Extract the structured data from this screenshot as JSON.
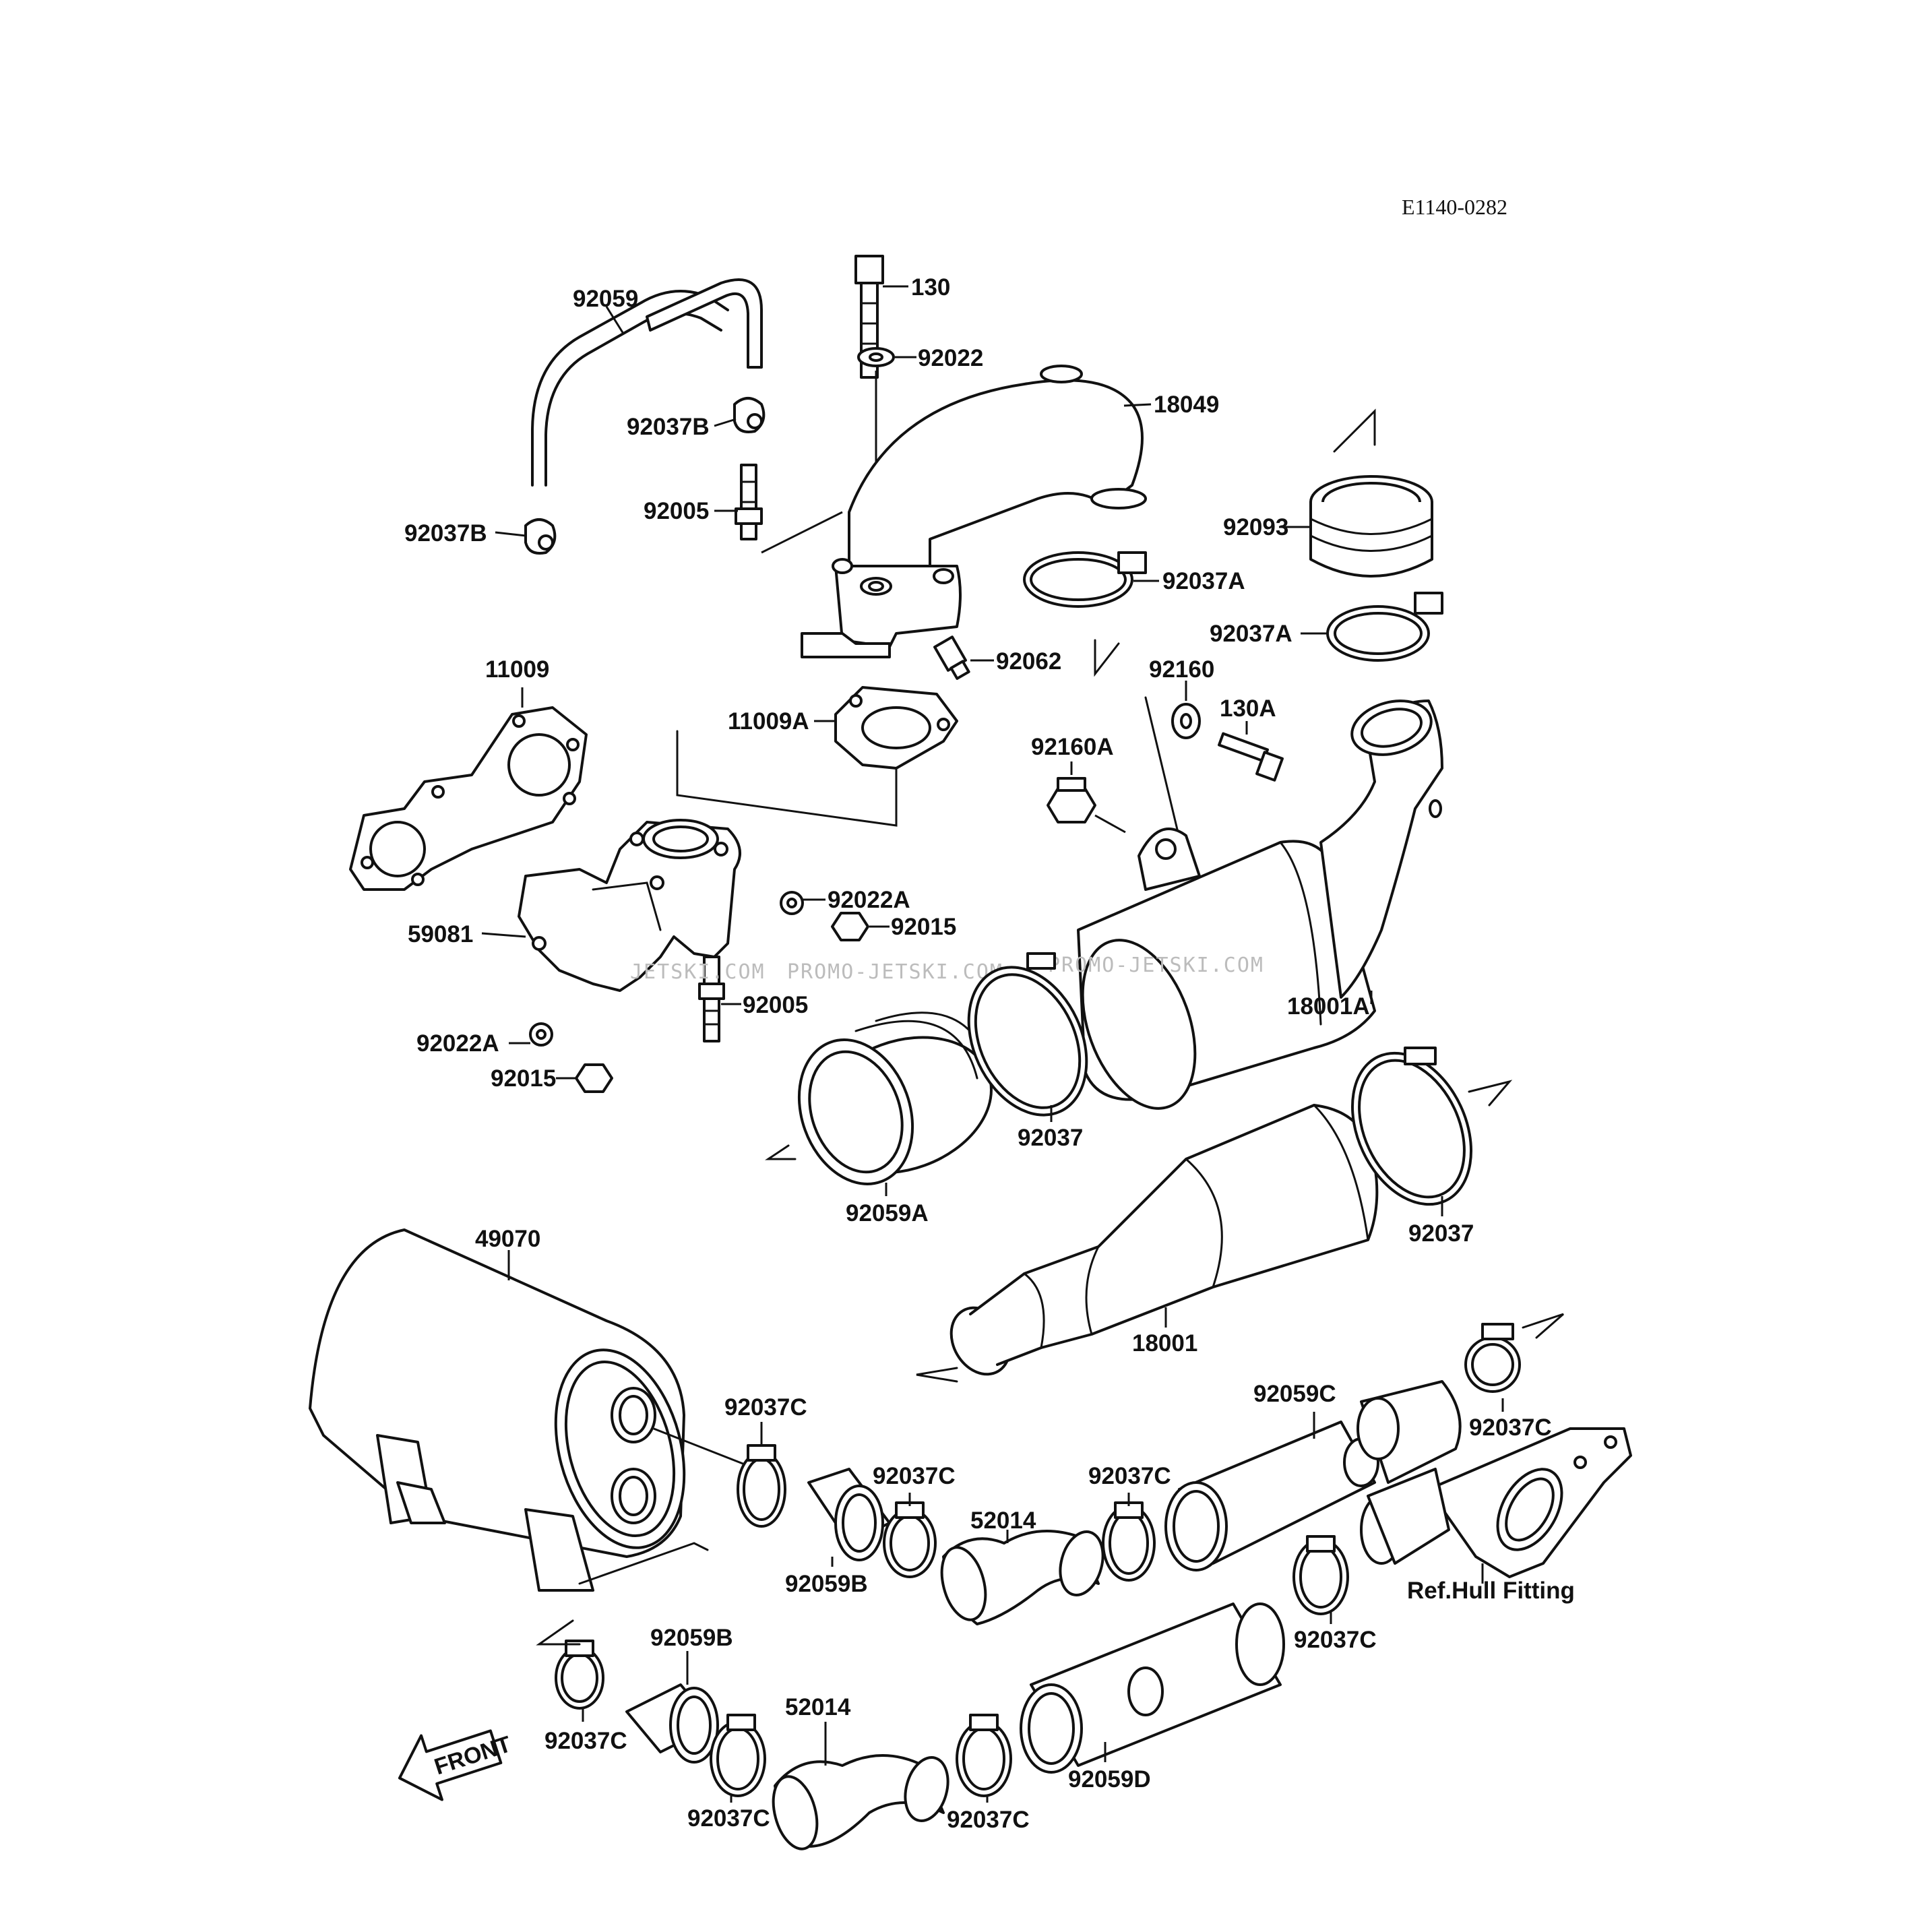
{
  "diagram_code": "E1140-0282",
  "watermark": {
    "line1": "PROMO-JETSKI.COM",
    "line2": "PROMO-JETSKI.COM",
    "partial": "JETSKI.COM"
  },
  "front_arrow_label": "FRONT",
  "ref_label": "Ref.Hull Fitting",
  "parts": {
    "p130": "130",
    "p92022": "92022",
    "p18049": "18049",
    "p92059": "92059",
    "p92037B_a": "92037B",
    "p92037B_b": "92037B",
    "p92005_a": "92005",
    "p92093": "92093",
    "p92037A_a": "92037A",
    "p92037A_b": "92037A",
    "p92062": "92062",
    "p92160": "92160",
    "p130A": "130A",
    "p11009": "11009",
    "p11009A": "11009A",
    "p92160A": "92160A",
    "p92022A_a": "92022A",
    "p92015_a": "92015",
    "p59081": "59081",
    "p92005_b": "92005",
    "p92022A_b": "92022A",
    "p92015_b": "92015",
    "p18001A": "18001A",
    "p92037_a": "92037",
    "p92059A": "92059A",
    "p92037_b": "92037",
    "p49070": "49070",
    "p18001": "18001",
    "p92037C_1": "92037C",
    "p92037C_2": "92037C",
    "p92037C_3": "92037C",
    "p92037C_4": "92037C",
    "p92037C_5": "92037C",
    "p92037C_6": "92037C",
    "p92037C_7": "92037C",
    "p92037C_8": "92037C",
    "p92059C": "92059C",
    "p52014_a": "52014",
    "p52014_b": "52014",
    "p92059B_a": "92059B",
    "p92059B_b": "92059B",
    "p92059D": "92059D"
  },
  "icons": [
    "front-arrow-icon"
  ]
}
